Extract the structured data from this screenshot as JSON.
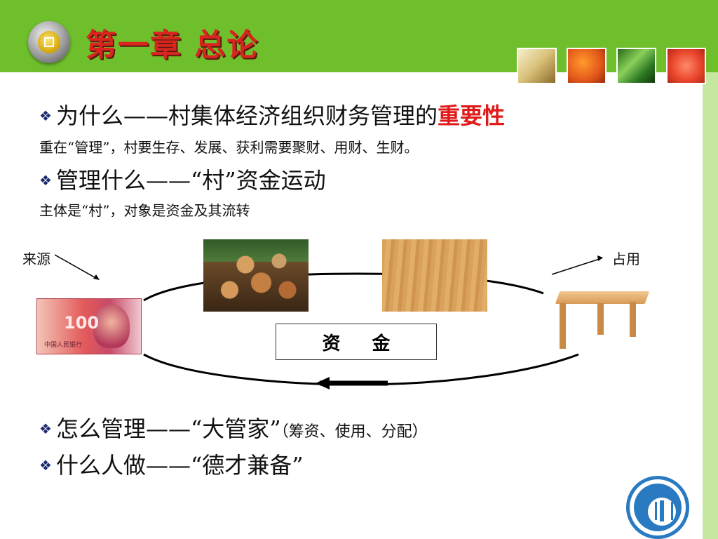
{
  "slide": {
    "title": "第一章 总论"
  },
  "bullets": [
    {
      "marker": "❖",
      "text": "为什么——村集体经济组织财务管理的",
      "highlight": "重要性"
    },
    {
      "marker": "❖",
      "text": "管理什么——“村”资金运动"
    },
    {
      "marker": "❖",
      "text": "怎么管理——“大管家”",
      "note": "（筹资、使用、分配）"
    },
    {
      "marker": "❖",
      "text": "什么人做——“德才兼备”"
    }
  ],
  "subtexts": [
    "重在“管理”，村要生存、发展、获利需要聚财、用财、生财。",
    "主体是“村”，对象是资金及其流转"
  ],
  "diagram": {
    "left_label": "来源",
    "right_label": "占用",
    "center_label": "资 金",
    "money_text": "100",
    "money_caption": "中国人民银行"
  },
  "colors": {
    "header_green": "#6fbf2c",
    "title_red": "#d8261f",
    "highlight_red": "#e01a1a",
    "bullet_navy": "#1b2a6e",
    "sidebar_green": "#c5e7a0"
  }
}
